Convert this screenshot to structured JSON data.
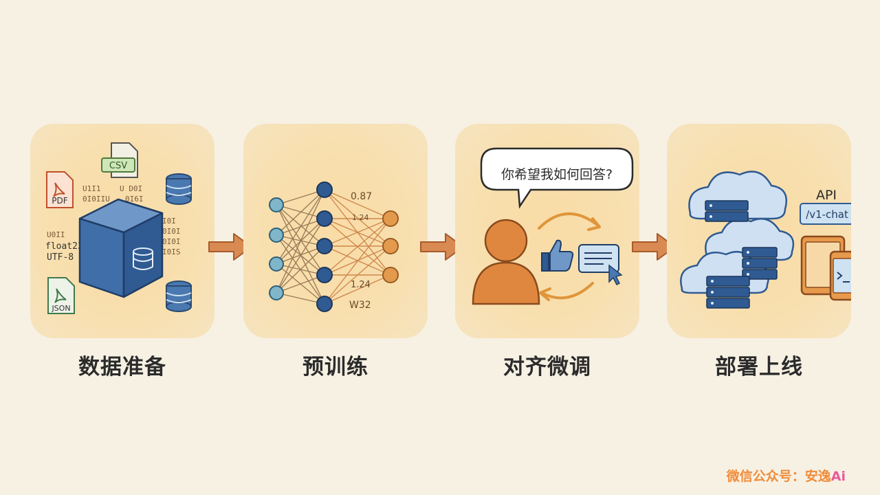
{
  "stages": [
    {
      "title": "数据准备",
      "file_labels": [
        "CSV",
        "PDF",
        "JSON"
      ],
      "data_snippets": [
        "float23",
        "UTF-8"
      ],
      "icons": [
        "csv-file-icon",
        "pdf-file-icon",
        "json-file-icon",
        "database-icon",
        "server-cube-icon"
      ]
    },
    {
      "title": "预训练",
      "weight_labels": [
        "0.87",
        "1.24",
        "1.24",
        "W32"
      ],
      "icons": [
        "neural-network-icon"
      ]
    },
    {
      "title": "对齐微调",
      "speech_bubble": "你希望我如何回答?",
      "icons": [
        "person-icon",
        "thumbs-up-icon",
        "message-card-icon",
        "cursor-icon",
        "cycle-arrows-icon"
      ]
    },
    {
      "title": "部署上线",
      "api_label": "API",
      "endpoint": "/v1-chat",
      "icons": [
        "cloud-server-icon",
        "tablet-icon",
        "phone-icon"
      ]
    }
  ],
  "watermark": {
    "prefix": "微信公众号：安逸",
    "accent": "Ai"
  },
  "colors": {
    "background": "#f7f1e4",
    "card": "#f9dca6",
    "arrow": "#c8733c",
    "blue": "#4a78b0",
    "orange": "#e0873f"
  }
}
